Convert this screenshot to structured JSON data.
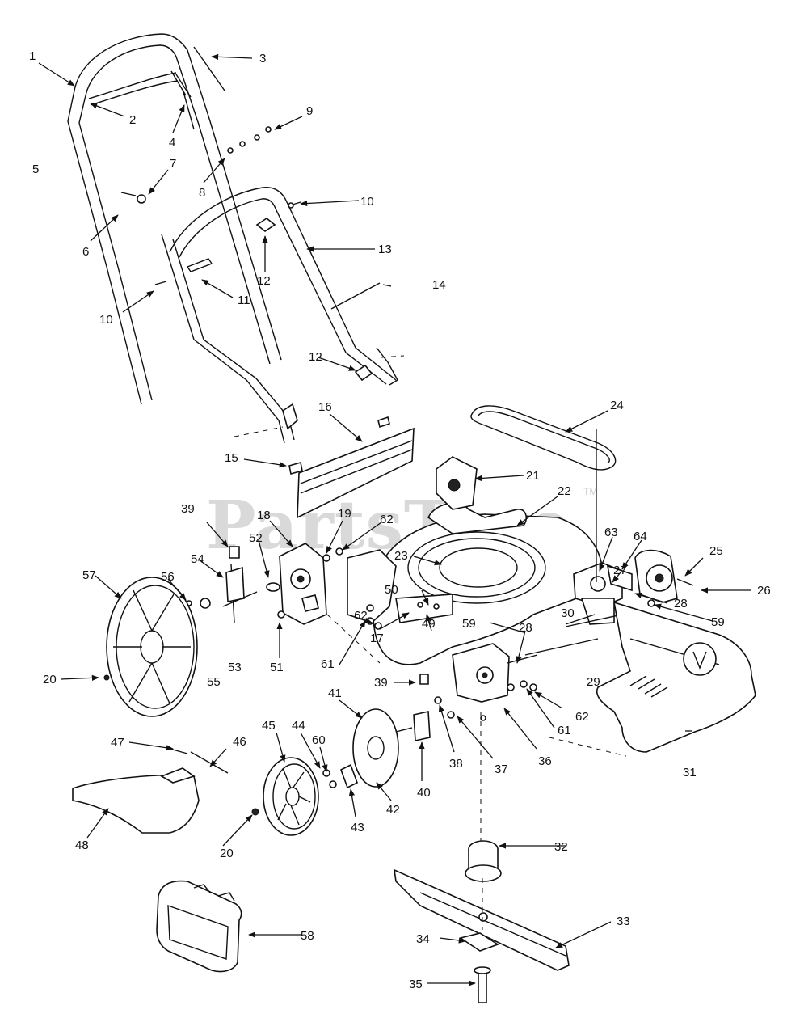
{
  "watermark": "PartsTree",
  "watermark_tm": "TM",
  "callouts": [
    "1",
    "2",
    "3",
    "4",
    "5",
    "6",
    "7",
    "8",
    "9",
    "10",
    "10",
    "11",
    "12",
    "12",
    "13",
    "14",
    "15",
    "16",
    "17",
    "18",
    "19",
    "20",
    "20",
    "21",
    "22",
    "23",
    "24",
    "25",
    "26",
    "27",
    "28",
    "28",
    "29",
    "30",
    "31",
    "32",
    "33",
    "34",
    "35",
    "36",
    "37",
    "38",
    "39",
    "39",
    "40",
    "41",
    "42",
    "43",
    "44",
    "45",
    "46",
    "47",
    "48",
    "49",
    "50",
    "51",
    "52",
    "53",
    "54",
    "55",
    "56",
    "57",
    "58",
    "59",
    "59",
    "60",
    "61",
    "61",
    "62",
    "62",
    "62",
    "63",
    "64"
  ]
}
